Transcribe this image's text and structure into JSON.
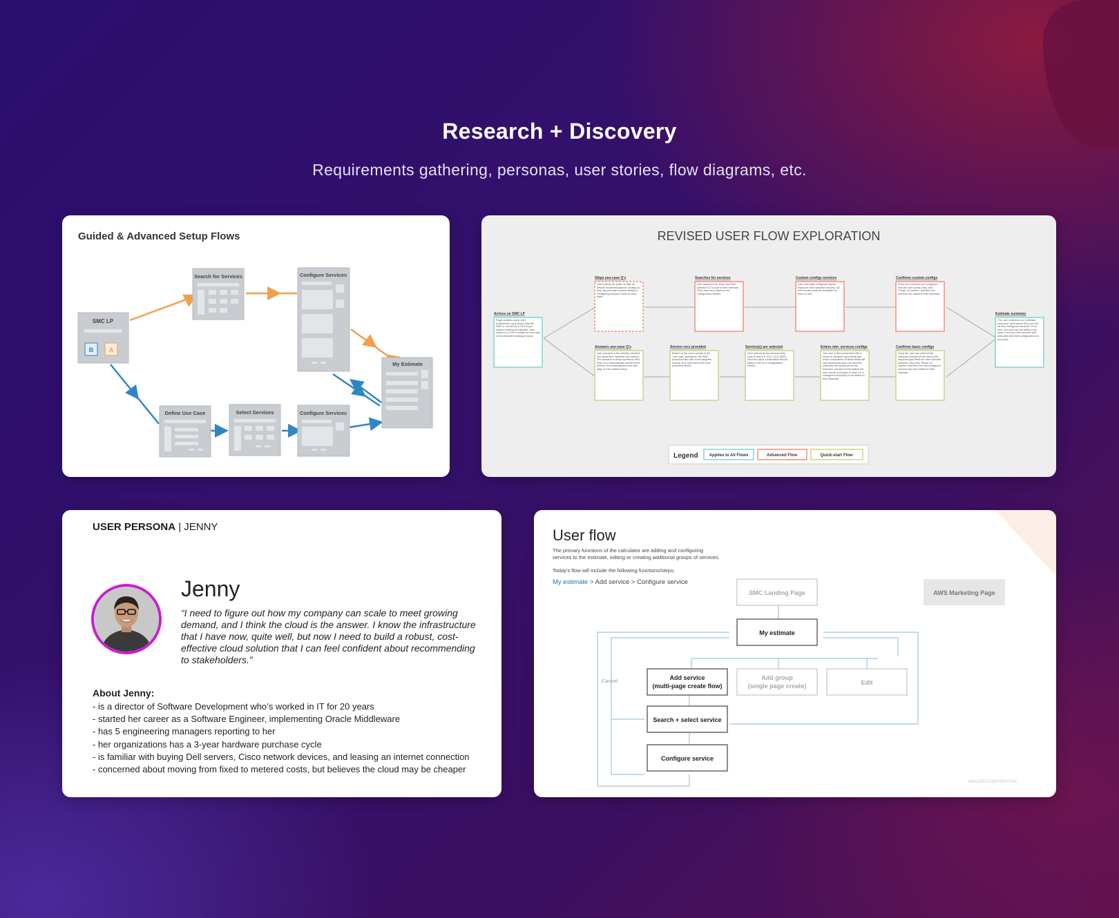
{
  "page": {
    "title": "Research + Discovery",
    "subtitle": "Requirements gathering, personas, user stories, flow diagrams, etc."
  },
  "card1": {
    "title": "Guided & Advanced Setup Flows",
    "nodes": {
      "smc_lp": "SMC LP",
      "search": "Search for Services",
      "configure_top": "Configure Services",
      "my_estimate": "My Estimate",
      "define": "Define Use Case",
      "select": "Select Services",
      "configure_bottom": "Configure Services"
    },
    "badges": [
      "B",
      "A"
    ],
    "colors": {
      "advanced": "#f0a04b",
      "basic": "#2f86c5"
    }
  },
  "card2": {
    "title": "REVISED USER FLOW EXPLORATION",
    "start": {
      "title": "Arrives on SMC LP",
      "body": "Page contains some brief instructional copy about what the SMC is, as well as CTA's to get started building an estimate. User clicks on a CTA to initiate the first step of the estimate building process."
    },
    "end": {
      "title": "Estimate summary",
      "body": "The user is taken to an \"estimate summary\" view where they can see all their configured services. From here, the user has the ability to go back in to any of the services and manually edit their configurations at any point."
    },
    "top": [
      {
        "title": "Skips use-case Q's",
        "body": "User selects an option to skip all default recommendations/ configs so they can just start custom adding & configuring services however they want."
      },
      {
        "title": "Searches for services",
        "body": "User searches for, finds, and then selects EC2 to add to their estimate. Then they are jumped to the configuration wizard."
      },
      {
        "title": "Custom configs services",
        "body": "User manually configures any/all inputs for their selected services. All nerd knobs would be available for them to edit."
      },
      {
        "title": "Confirms custom configs",
        "body": "Once all 3 services are configured how the user wants, they click \"Finish\" to confirm, and then the services are added to their estimate."
      }
    ],
    "bottom": [
      {
        "title": "Answers use-case Q's",
        "body": "User answers a few solution-oriented Q's about their intended use case(s). The answers to those questions then help us to automatically provide them service recommendations that best align to their stated needs."
      },
      {
        "title": "Service recs provided",
        "body": "Based on the user's inputs to the \"use-case\" questions, the SMC provides them with some targeted service recs. that best fit the their proposed needs."
      },
      {
        "title": "Service(s) are selected",
        "body": "User selects all the services they want to add (i.e. EC2, ELB, EBS), and then upon confirmation they're taken to the EC2 configuration wizard."
      },
      {
        "title": "Enters min. services configs",
        "body": "The user is then presented with a series of dynamic input fields (the exact composition of these fields will vary depending upon the services selected) that would act as the minimum amount of information the user needs to provide in order for a configured service(s) to be added to their estimate."
      },
      {
        "title": "Confirms basic configs",
        "body": "Once the user has entered the minimum amount of info into all the required input fields for their selected services, they click \"Finish\" to confirm, and then the min-configured services are then added to their estimate."
      }
    ],
    "legend": {
      "label": "Legend",
      "all": "Applies to All Flows",
      "advanced": "Advanced Flow",
      "quick": "Quick-start Flow"
    },
    "colors": {
      "all": "#7fd6d0",
      "advanced": "#ef8f7a",
      "quick": "#c8d38a"
    }
  },
  "card3": {
    "title_bold": "USER PERSONA",
    "title_rest": " | JENNY",
    "name": "Jenny",
    "quote": "“I need to figure out how my company can scale to meet growing demand, and I think the cloud is the answer. I know the infrastructure that I have now, quite well, but now I need to build a robust, cost-effective cloud solution that I can feel confident about recommending to stakeholders.”",
    "about_heading": "About Jenny:",
    "about": [
      "- is a director of Software Development who’s worked in IT for 20 years",
      "- started her career as a Software Engineer, implementing Oracle Middleware",
      "- has 5 engineering managers reporting to her",
      "- her organizations has a 3-year hardware purchase cycle",
      "- is familiar with buying Dell servers, Cisco network devices, and leasing an internet connection",
      "- concerned about moving from fixed to metered costs, but believes the cloud may be cheaper"
    ],
    "colors": {
      "avatar_ring": "#c81fd0"
    }
  },
  "card4": {
    "title": "User flow",
    "desc1": "The primary functions of the calculator are adding and configuring",
    "desc2": "services to the estimate, editing or creating additional groups of services.",
    "desc3": "Today's flow will include the following functions/steps:",
    "crumb_link": "My estimate",
    "crumb_rest": " > Add service > Configure service",
    "nodes": {
      "landing": "SMC Landing Page",
      "marketing": "AWS Marketing Page",
      "estimate": "My estimate",
      "add_service_1": "Add service",
      "add_service_2": "(multi-page create flow)",
      "add_group_1": "Add group",
      "add_group_2": "(single page create)",
      "edit": "Edit",
      "search": "Search + select service",
      "configure": "Configure service",
      "cancel": "Cancel"
    },
    "watermark": "AMAZON CONFIDENTIAL"
  }
}
